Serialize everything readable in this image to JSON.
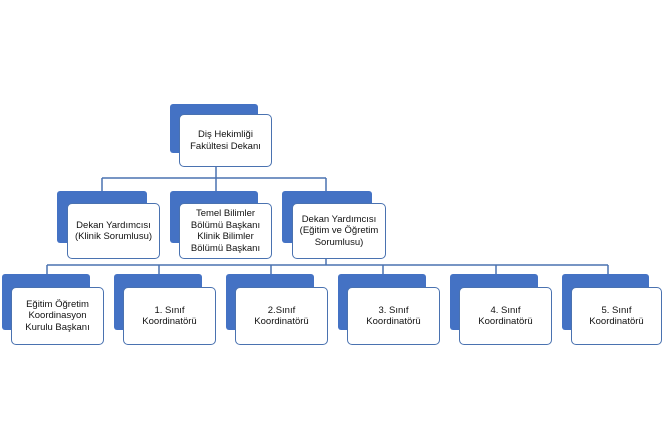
{
  "colors": {
    "accent": "#4472c4",
    "border": "#4a72b0",
    "line": "#4a72b0"
  },
  "org_chart": {
    "root": {
      "label": "Diş Hekimliği\nFakültesi Dekanı"
    },
    "level2": [
      {
        "label": "Dekan Yardımcısı\n(Klinik Sorumlusu)"
      },
      {
        "label": "Temel Bilimler\nBölümü Başkanı\nKlinik Bilimler\nBölümü Başkanı"
      },
      {
        "label": "Dekan Yardımcısı\n(Eğitim ve Öğretim\nSorumlusu)"
      }
    ],
    "level3": [
      {
        "label": "Eğitim Öğretim\nKoordinasyon\nKurulu Başkanı"
      },
      {
        "label": "1. Sınıf\nKoordinatörü"
      },
      {
        "label": "2.Sınıf\nKoordinatörü"
      },
      {
        "label": "3. Sınıf\nKoordinatörü"
      },
      {
        "label": "4. Sınıf\nKoordinatörü"
      },
      {
        "label": "5. Sınıf\nKoordinatörü"
      }
    ]
  }
}
